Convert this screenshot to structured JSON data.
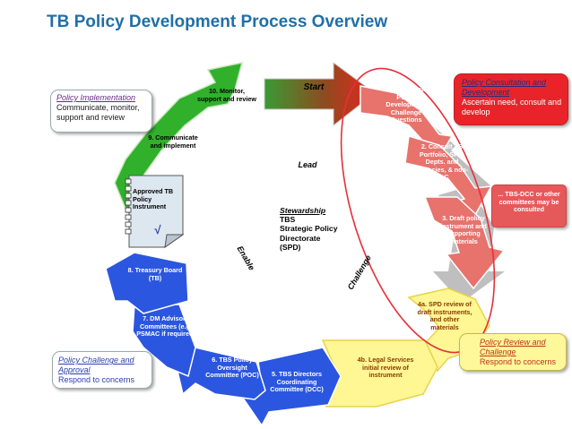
{
  "title": "TB Policy Development Process Overview",
  "start_label": "Start",
  "center": {
    "heading": "Stewardship",
    "lines": [
      "TBS",
      "Strategic Policy",
      "Directorate",
      "(SPD)"
    ]
  },
  "ring_labels": {
    "lead": "Lead",
    "enable": "Enable",
    "challenge": "Challenge"
  },
  "callouts": {
    "implementation": {
      "heading": "Policy Implementation",
      "body": "Communicate, monitor, support and review"
    },
    "consultation": {
      "heading": "Policy Consultation and Development",
      "body": "Ascertain need, consult and develop"
    },
    "challenge_approval": {
      "heading": "Policy Challenge and Approval",
      "body": "Respond to concerns"
    },
    "review_challenge": {
      "heading": "Policy Review and Challenge",
      "body": "Respond to concerns"
    }
  },
  "steps": [
    {
      "id": "1",
      "text": "1. Initiate with Policy Development Challenge Questions"
    },
    {
      "id": "2",
      "text": "2. Consult TB Portfolio, SPD, Depts. and Agencies, & non-GoC"
    },
    {
      "id": "3",
      "text": "3. Draft policy instrument and supporting materials"
    },
    {
      "id": "3b",
      "text": "... TBS-DCC or other committees may be consulted"
    },
    {
      "id": "4a",
      "text": "4a. SPD review of draft instruments, and other materials"
    },
    {
      "id": "4b",
      "text": "4b. Legal Services initial review of instrument"
    },
    {
      "id": "5",
      "text": "5. TBS Directors Coordinating Committee (DCC)"
    },
    {
      "id": "6",
      "text": "6. TBS Policy Oversight Committee (POC)"
    },
    {
      "id": "7",
      "text": "7. DM Advisory Committees (e.g. PSMAC if required)"
    },
    {
      "id": "8",
      "text": "8. Treasury Board (TB)"
    },
    {
      "id": "9",
      "text": "9. Communicate and implement"
    },
    {
      "id": "10",
      "text": "10. Monitor, support and review"
    }
  ],
  "document": {
    "label": "Approved TB Policy Instrument",
    "check": "√"
  }
}
